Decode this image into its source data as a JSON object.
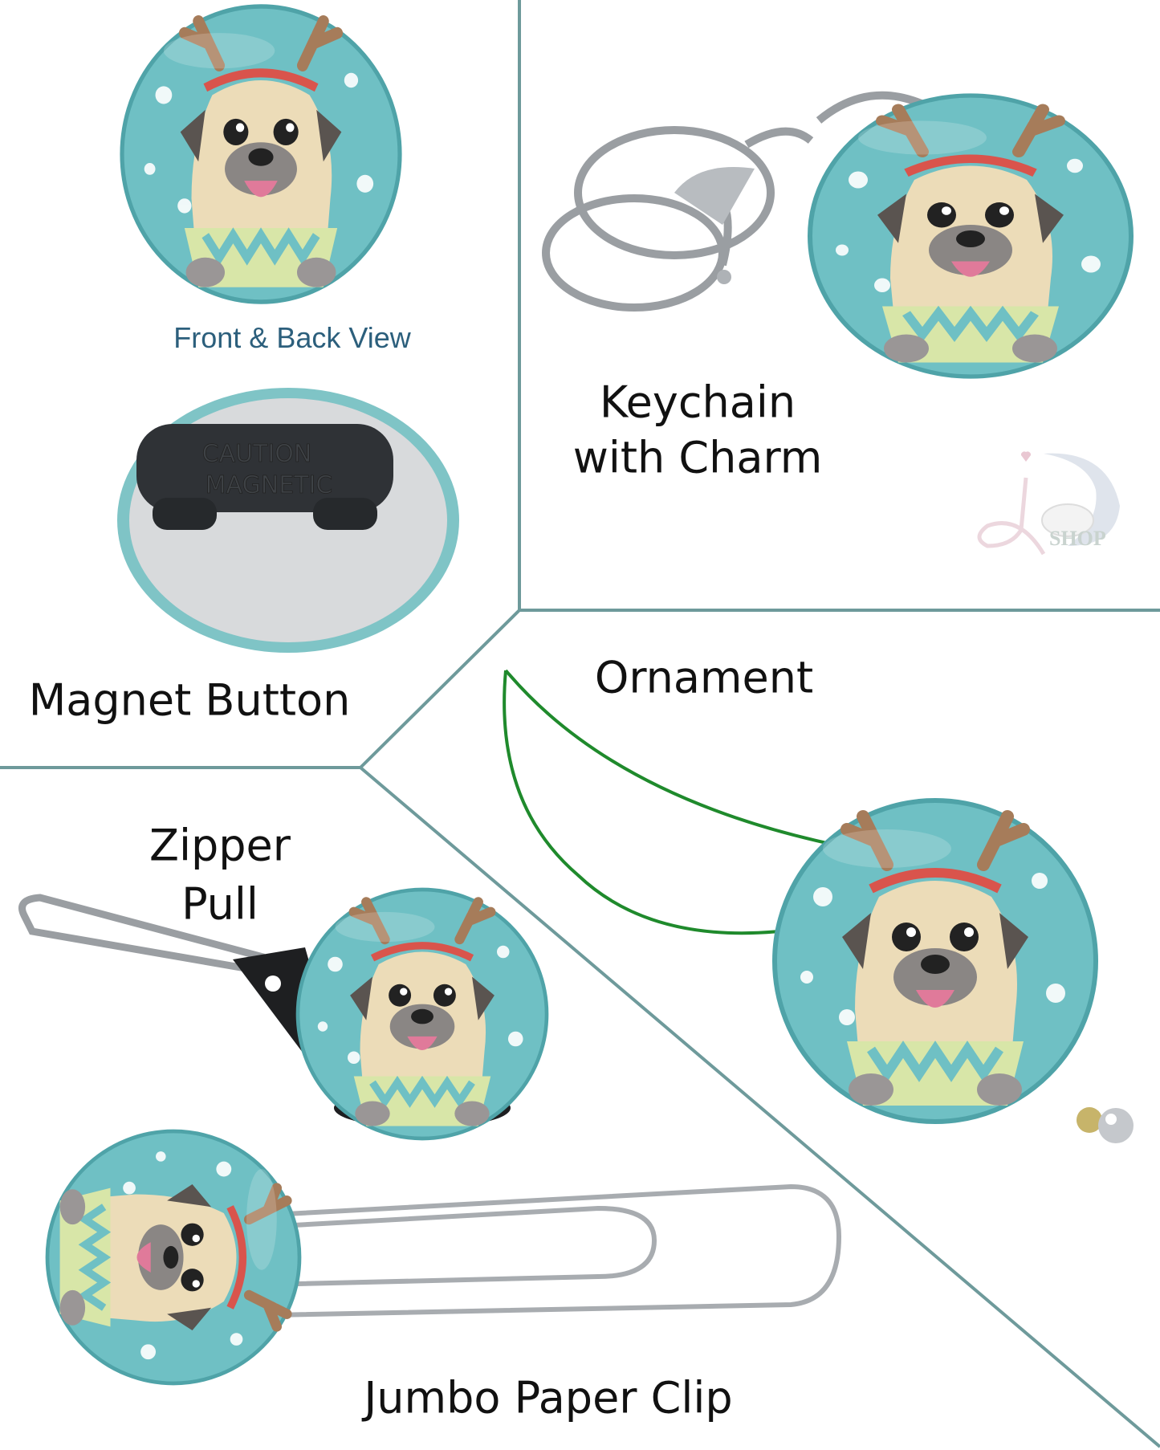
{
  "labels": {
    "front_back": "Front & Back View",
    "caution": "CAUTION",
    "magnetic": "MAGNETIC",
    "magnet_button": "Magnet Button",
    "keychain_line1": "Keychain",
    "keychain_line2": "with Charm",
    "ornament": "Ornament",
    "zipper_line1": "Zipper",
    "zipper_line2": "Pull",
    "paper_clip": "Jumbo Paper Clip"
  },
  "logo": {
    "text": "SHOP"
  },
  "colors": {
    "divider": "#6e9a9b",
    "button": "#6fc0c4",
    "caption": "#2c5f7c"
  }
}
